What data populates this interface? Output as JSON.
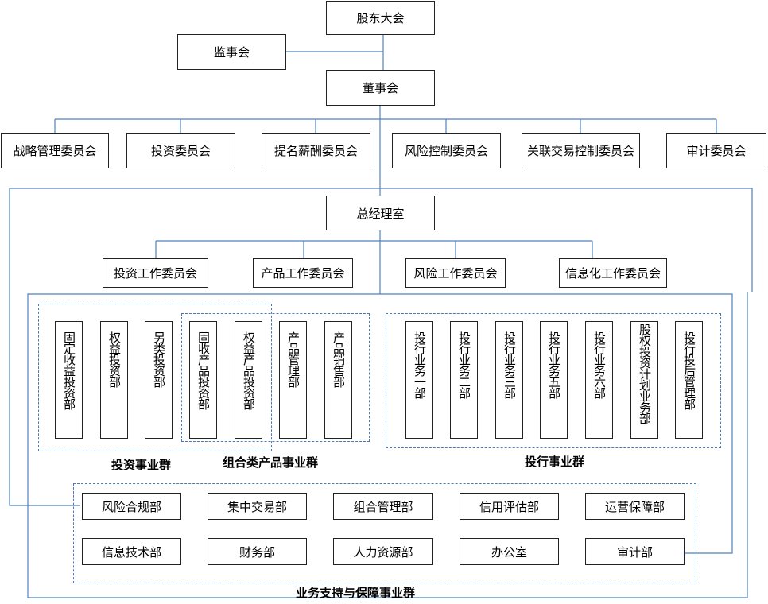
{
  "top": {
    "shareholders": "股东大会",
    "supervisors": "监事会",
    "board": "董事会"
  },
  "board_committees": [
    "战略管理委员会",
    "投资委员会",
    "提名薪酬委员会",
    "风险控制委员会",
    "关联交易控制委员会",
    "审计委员会"
  ],
  "gm_office": "总经理室",
  "gm_committees": [
    "投资工作委员会",
    "产品工作委员会",
    "风险工作委员会",
    "信息化工作委员会"
  ],
  "investment_depts": [
    "固定收益投资部",
    "权益投资部",
    "另类投资部"
  ],
  "portfolio_depts": [
    "固收产品投资部",
    "权益产品投资部",
    "产品管理部",
    "产品销售部"
  ],
  "ib_depts": [
    "投行业务一部",
    "投行业务二部",
    "投行业务三部",
    "投行业务五部",
    "投行业务六部",
    "股权投资计划业务部",
    "投行投后管理部"
  ],
  "support_row1": [
    "风险合规部",
    "集中交易部",
    "组合管理部",
    "信用评估部",
    "运营保障部"
  ],
  "support_row2": [
    "信息技术部",
    "财务部",
    "人力资源部",
    "办公室",
    "审计部"
  ],
  "groups": {
    "investment": "投资事业群",
    "portfolio": "组合类产品事业群",
    "ib": "投行事业群",
    "support": "业务支持与保障事业群"
  },
  "colors": {
    "connector": "#4f81bd",
    "group_border": "#4a7ab8",
    "box_border": "#222222"
  }
}
